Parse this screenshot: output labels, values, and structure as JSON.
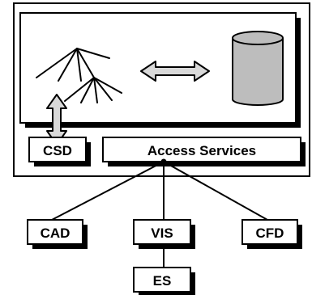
{
  "diagram": {
    "boxes": {
      "csd": "CSD",
      "access_services": "Access Services",
      "cad": "CAD",
      "vis": "VIS",
      "cfd": "CFD",
      "es": "ES"
    },
    "icons": {
      "tree": "tree-hierarchy-icon",
      "database": "database-cylinder-icon",
      "h_arrow": "double-headed-arrow-icon",
      "v_arrow": "double-headed-arrow-icon"
    },
    "colors": {
      "stroke": "#000000",
      "box_fill": "#ffffff",
      "arrow_fill": "#d9d9d9",
      "cylinder_fill": "#bdbdbd",
      "shadow": "#000000"
    }
  }
}
